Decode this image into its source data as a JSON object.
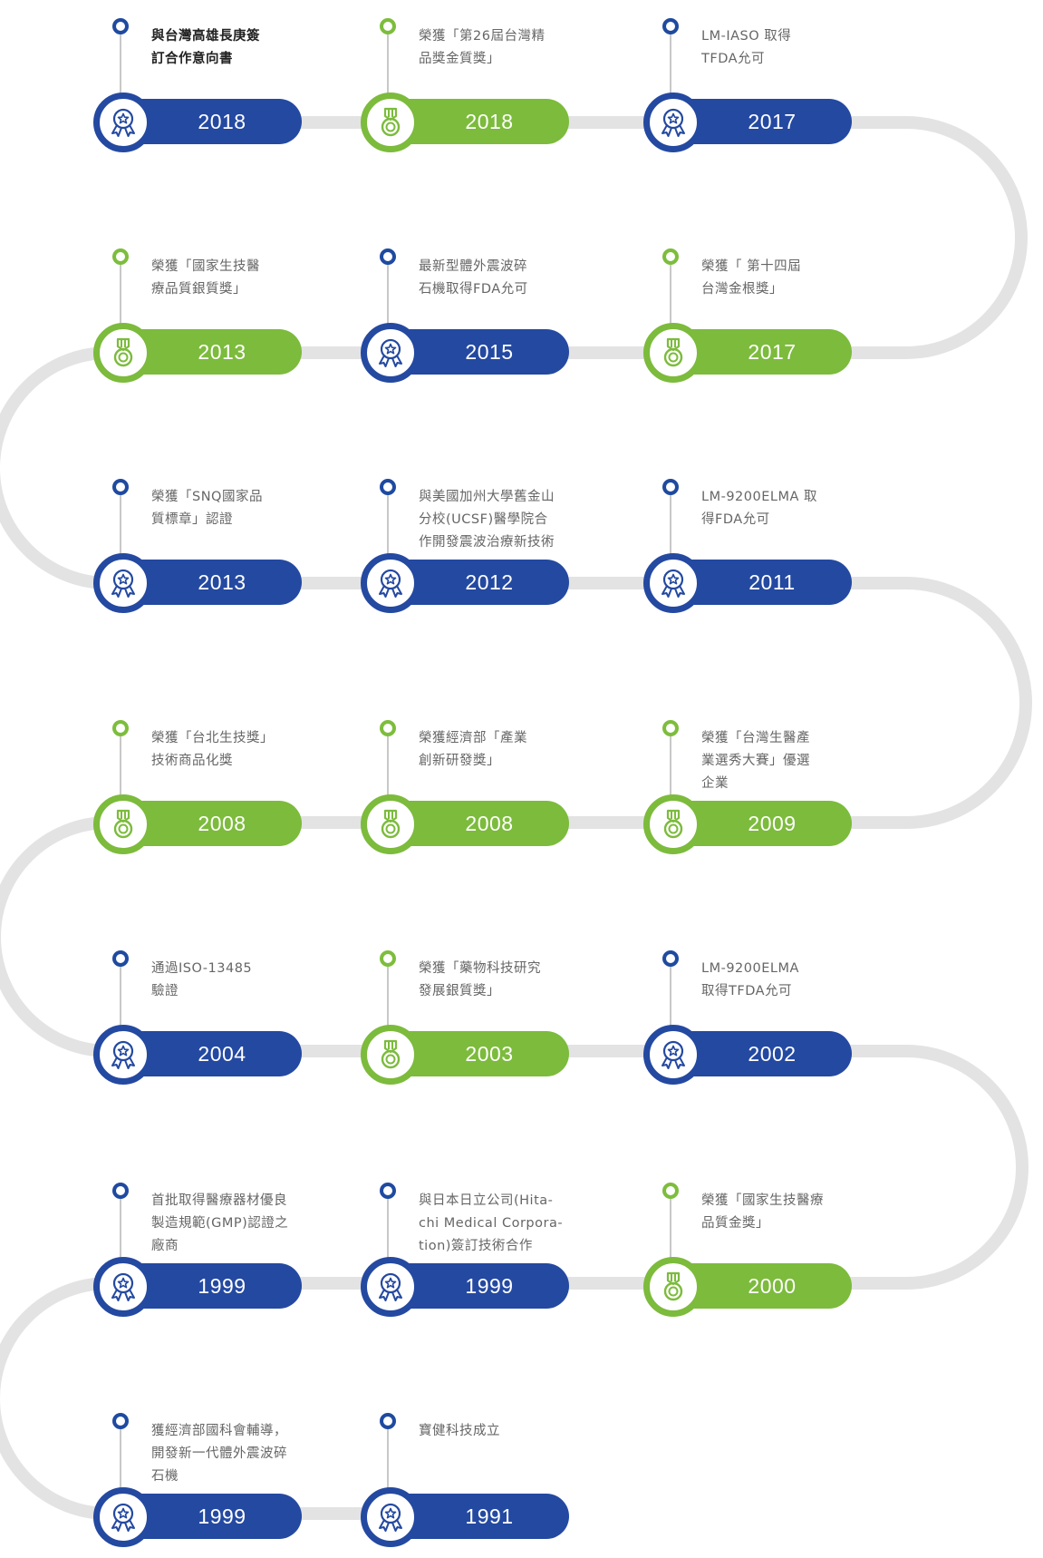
{
  "colors": {
    "blue": "#2449a1",
    "green": "#7cbb3c",
    "track": "#e3e3e3"
  },
  "milestones": [
    {
      "year": "2018",
      "text": "與台灣高雄長庚簽\n訂合作意向書",
      "color": "blue",
      "icon": "rosette-star-icon",
      "emphasis": true
    },
    {
      "year": "2018",
      "text": "榮獲「第26屆台灣精\n品獎金質獎」",
      "color": "green",
      "icon": "medal-icon"
    },
    {
      "year": "2017",
      "text": "LM-IASO 取得\nTFDA允可",
      "color": "blue",
      "icon": "rosette-star-icon"
    },
    {
      "year": "2013",
      "text": "榮獲「國家生技醫\n療品質銀質獎」",
      "color": "green",
      "icon": "medal-icon"
    },
    {
      "year": "2015",
      "text": "最新型體外震波碎\n石機取得FDA允可",
      "color": "blue",
      "icon": "rosette-star-icon"
    },
    {
      "year": "2017",
      "text": "榮獲「 第十四屆\n台灣金根獎」",
      "color": "green",
      "icon": "medal-icon"
    },
    {
      "year": "2013",
      "text": "榮獲「SNQ國家品\n質標章」認證",
      "color": "blue",
      "icon": "rosette-star-icon"
    },
    {
      "year": "2012",
      "text": "與美國加州大學舊金山\n分校(UCSF)醫學院合\n作開發震波治療新技術",
      "color": "blue",
      "icon": "rosette-star-icon"
    },
    {
      "year": "2011",
      "text": " LM-9200ELMA 取\n得FDA允可",
      "color": "blue",
      "icon": "rosette-star-icon"
    },
    {
      "year": "2008",
      "text": "榮獲「台北生技獎」\n技術商品化獎",
      "color": "green",
      "icon": "medal-icon"
    },
    {
      "year": "2008",
      "text": "榮獲經濟部「產業\n創新研發獎」",
      "color": "green",
      "icon": "medal-icon"
    },
    {
      "year": "2009",
      "text": "榮獲「台灣生醫產\n業選秀大賽」優選\n企業",
      "color": "green",
      "icon": "medal-icon"
    },
    {
      "year": "2004",
      "text": "通過ISO-13485\n驗證",
      "color": "blue",
      "icon": "rosette-star-icon"
    },
    {
      "year": "2003",
      "text": "榮獲「藥物科技研究\n發展銀質獎」",
      "color": "green",
      "icon": "medal-icon"
    },
    {
      "year": "2002",
      "text": "LM-9200ELMA\n取得TFDA允可",
      "color": "blue",
      "icon": "rosette-star-icon"
    },
    {
      "year": "1999",
      "text": "首批取得醫療器材優良\n製造規範(GMP)認證之\n廠商",
      "color": "blue",
      "icon": "rosette-star-icon"
    },
    {
      "year": "1999",
      "text": "與日本日立公司(Hita-\nchi Medical Corpora-\ntion)簽訂技術合作",
      "color": "blue",
      "icon": "rosette-star-icon"
    },
    {
      "year": "2000",
      "text": "榮獲「國家生技醫療\n品質金獎」",
      "color": "green",
      "icon": "medal-icon"
    },
    {
      "year": "1999",
      "text": "獲經濟部國科會輔導，\n開發新一代體外震波碎\n石機",
      "color": "blue",
      "icon": "rosette-star-icon"
    },
    {
      "year": "1991",
      "text": "寶健科技成立",
      "color": "blue",
      "icon": "rosette-star-icon"
    }
  ]
}
